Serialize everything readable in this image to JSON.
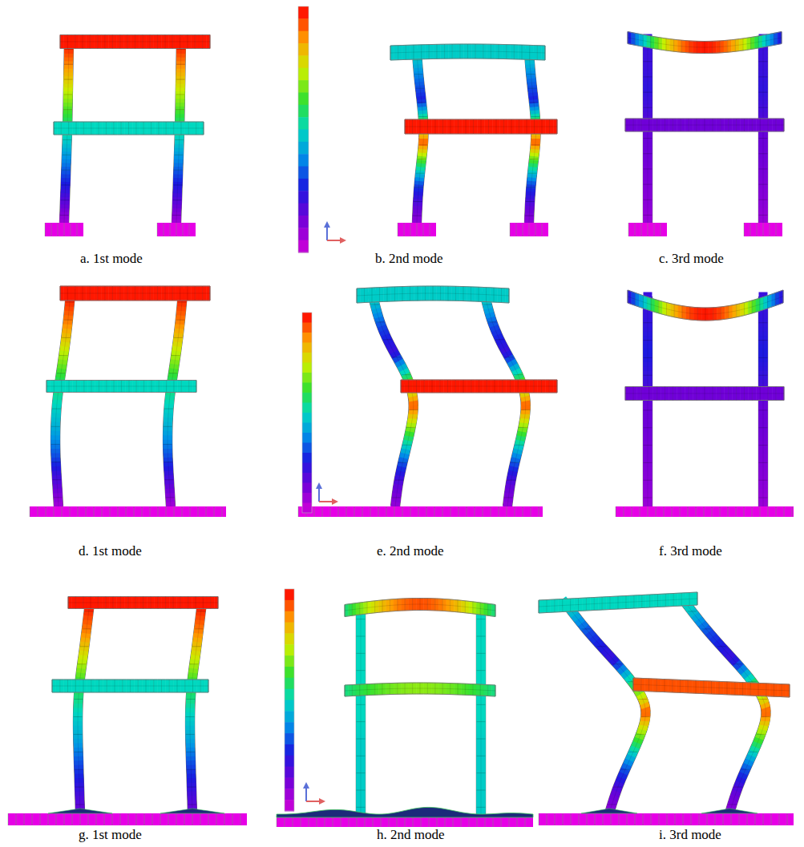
{
  "diagram": {
    "labels": [
      "a. 1st mode",
      "b. 2nd mode",
      "c. 3rd mode",
      "d. 1st mode",
      "e. 2nd mode",
      "f. 3rd mode",
      "g. 1st mode",
      "h. 2nd mode",
      "i. 3rd mode"
    ]
  }
}
